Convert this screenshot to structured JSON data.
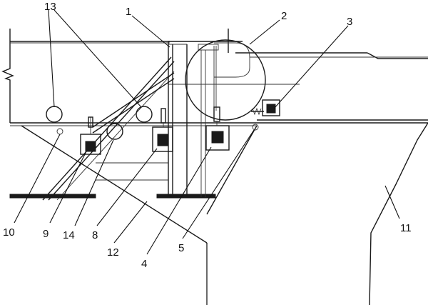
{
  "labels": {
    "l1": "1",
    "l2": "2",
    "l3": "3",
    "l4": "4",
    "l5": "5",
    "l8": "8",
    "l9": "9",
    "l10": "10",
    "l11": "11",
    "l12": "12",
    "l13": "13",
    "l14": "14"
  }
}
